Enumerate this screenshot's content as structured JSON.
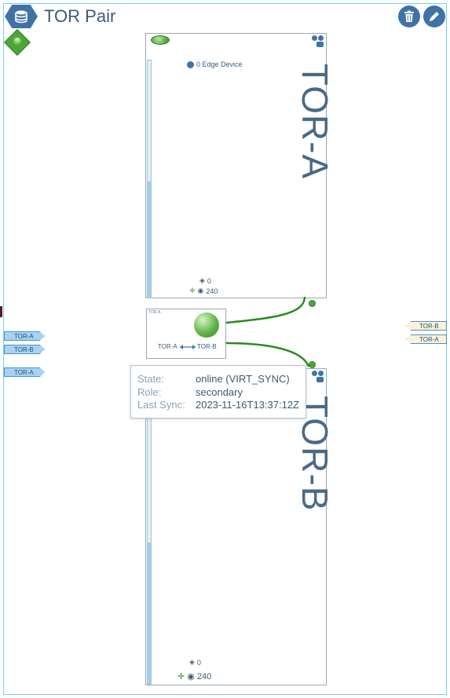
{
  "header": {
    "title": "TOR Pair"
  },
  "left_ports": [
    "TOR-A",
    "TOR-B",
    "TOR-A"
  ],
  "right_ports": [
    "TOR-B",
    "TOR-A"
  ],
  "devices": [
    {
      "name": "TOR-A",
      "edge_device_label": "0 Edge Device",
      "count_a": "0",
      "count_b": "240"
    },
    {
      "name": "TOR-B",
      "count_a": "0",
      "count_b": "240"
    }
  ],
  "sync": {
    "left_label": "TOR-A",
    "right_label": "TOR-B"
  },
  "tooltip": {
    "rows": [
      {
        "key": "State:",
        "value": "online (VIRT_SYNC)"
      },
      {
        "key": "Role:",
        "value": "secondary"
      },
      {
        "key": "Last Sync:",
        "value": "2023-11-16T13:37:12Z"
      }
    ]
  },
  "colors": {
    "accent": "#3f73a6",
    "online": "#4ea63a",
    "link": "#2e8a22",
    "frame": "#6fd3e6"
  },
  "icons": {
    "title": "database-icon",
    "delete": "trash-icon",
    "edit": "pencil-icon"
  }
}
